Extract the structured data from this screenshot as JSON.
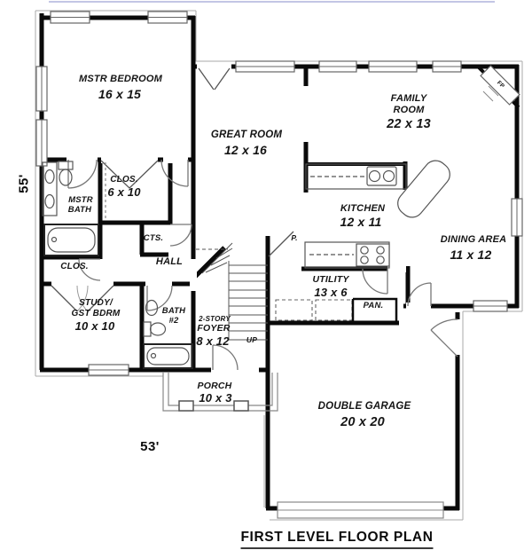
{
  "title": "FIRST LEVEL FLOOR PLAN",
  "dimensions": {
    "side_label": "55'",
    "front_label": "53'"
  },
  "colors": {
    "wall": "#000000",
    "background": "#ffffff",
    "thin_line": "#888888",
    "scan_artifact": "#b9bce0"
  },
  "rooms": {
    "mstr_bedroom": {
      "name": "MSTR BEDROOM",
      "size": "16 x 15"
    },
    "great_room": {
      "name": "GREAT ROOM",
      "size": "12 x 16"
    },
    "family_room": {
      "name_line1": "FAMILY",
      "name_line2": "ROOM",
      "size": "22 x 13"
    },
    "kitchen": {
      "name": "KITCHEN",
      "size": "12 x 11"
    },
    "dining_area": {
      "name": "DINING AREA",
      "size": "11 x 12"
    },
    "mstr_bath": {
      "name_line1": "MSTR",
      "name_line2": "BATH"
    },
    "mstr_closet": {
      "name": "CLOS.",
      "size": "6 x 10"
    },
    "cts_closet": {
      "name": "CTS."
    },
    "hall": {
      "name": "HALL"
    },
    "small_closet": {
      "name": "CLOS."
    },
    "study": {
      "name_line1": "STUDY/",
      "name_line2": "GST BDRM",
      "size": "10 x 10"
    },
    "bath2": {
      "name_line1": "BATH",
      "name_line2": "#2"
    },
    "foyer": {
      "name_line1": "2-STORY",
      "name_line2": "FOYER",
      "size": "8 x 12"
    },
    "stairs": {
      "label": "UP"
    },
    "porch": {
      "name": "PORCH",
      "size": "10 x 3"
    },
    "utility": {
      "name": "UTILITY",
      "size": "13 x 6"
    },
    "pantry": {
      "name": "PAN."
    },
    "pantry_closet": {
      "label": "P."
    },
    "garage": {
      "name": "DOUBLE GARAGE",
      "size": "20 x 20"
    },
    "fireplace": {
      "label": "FP"
    }
  }
}
